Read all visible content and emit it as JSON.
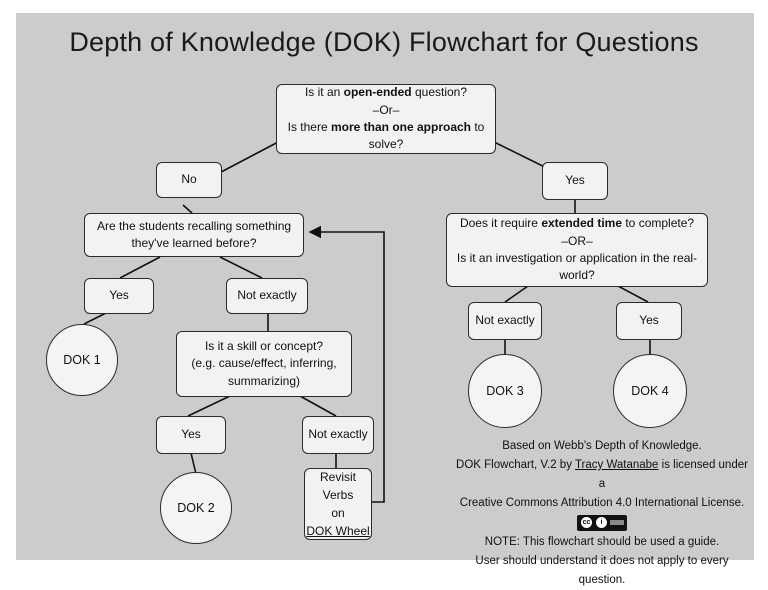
{
  "title": "Depth of Knowledge (DOK) Flowchart for Questions",
  "root": {
    "line1_pre": "Is it an ",
    "line1_bold": "open-ended",
    "line1_post": " question?",
    "line2": "–Or–",
    "line3_pre": "Is there ",
    "line3_bold": "more than one approach",
    "line3_post": " to solve?"
  },
  "left": {
    "no_label": "No",
    "question_line1": "Are the students recalling something",
    "question_line2": "they've learned before?",
    "yes_label": "Yes",
    "not_exactly_label": "Not exactly",
    "dok1": "DOK 1",
    "skill_line1": "Is it a skill or concept?",
    "skill_line2": "(e.g. cause/effect, inferring,",
    "skill_line3": "summarizing)",
    "skill_yes_label": "Yes",
    "skill_not_exactly_label": "Not exactly",
    "dok2": "DOK 2",
    "revisit_line1": "Revisit Verbs",
    "revisit_line2": "on",
    "revisit_link": "DOK Wheel"
  },
  "right": {
    "yes_label": "Yes",
    "q_line1_pre": "Does it require ",
    "q_line1_bold": "extended time",
    "q_line1_post": " to complete?",
    "q_line2": "–OR–",
    "q_line3": "Is it an investigation or application in the real-world?",
    "not_exactly_label": "Not exactly",
    "yes2_label": "Yes",
    "dok3": "DOK 3",
    "dok4": "DOK 4"
  },
  "credits": {
    "line1": "Based on Webb's Depth of Knowledge.",
    "line2_pre": "DOK Flowchart, V.2 by ",
    "line2_author": "Tracy Watanabe",
    "line2_post": " is licensed under a",
    "line3": "Creative Commons Attribution 4.0 International License.",
    "badge_c1": "cc",
    "badge_c2": "i",
    "note1": "NOTE: This flowchart should be used a guide.",
    "note2": "User should understand it does not apply to every question."
  }
}
